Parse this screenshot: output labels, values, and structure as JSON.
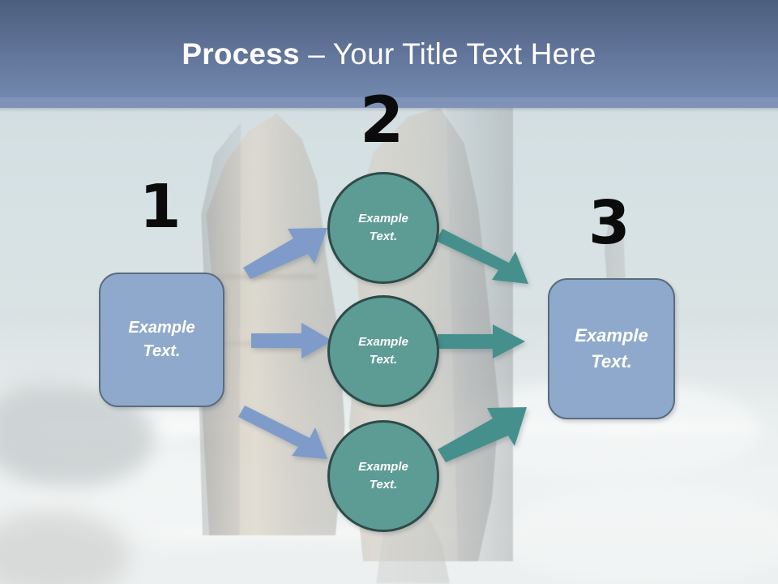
{
  "slide": {
    "title_strong": "Process",
    "title_rest": " – Your Title Text Here",
    "accent_header_dark": "#4d5f7d",
    "accent_header_light": "#7288ad",
    "accent_box_blue": "#8fa9cc",
    "accent_circle_teal": "#5d9b95",
    "accent_arrow_blue": "#7e9bc9",
    "accent_arrow_teal": "#45908c"
  },
  "steps": [
    {
      "number": "1",
      "label": "Example\nText."
    },
    {
      "number": "2",
      "label": "Example\nText."
    },
    {
      "number": "3",
      "label": "Example\nText."
    }
  ],
  "nodes": {
    "start": {
      "line1": "Example",
      "line2": "Text."
    },
    "branch_top": {
      "line1": "Example",
      "line2": "Text."
    },
    "branch_middle": {
      "line1": "Example",
      "line2": "Text."
    },
    "branch_bottom": {
      "line1": "Example",
      "line2": "Text."
    },
    "end": {
      "line1": "Example",
      "line2": "Text."
    }
  },
  "numbers": {
    "one": "1",
    "two": "2",
    "three": "3"
  },
  "background": {
    "scene": "coastal-sea-stacks-photo"
  }
}
